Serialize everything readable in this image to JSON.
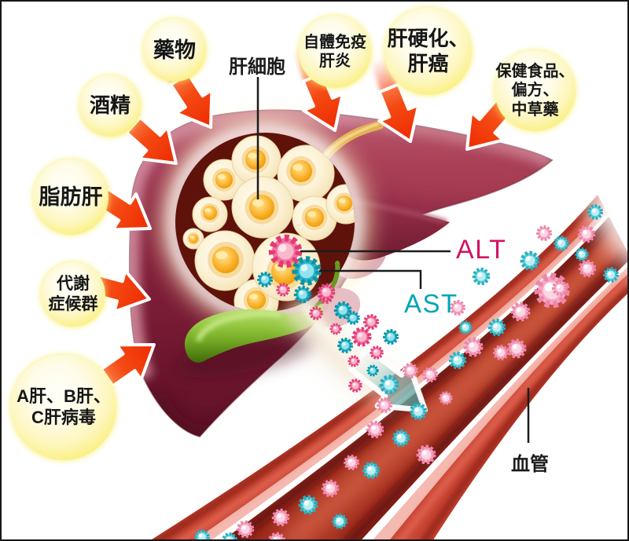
{
  "causes": [
    {
      "id": "alcohol",
      "label": "酒精"
    },
    {
      "id": "drugs",
      "label": "藥物"
    },
    {
      "id": "autoimmune",
      "label": "自體免疫\n肝炎"
    },
    {
      "id": "cirrhosis-cancer",
      "label": "肝硬化、\n肝癌"
    },
    {
      "id": "supplements-herbs",
      "label": "保健食品、\n偏方、\n中草藥"
    },
    {
      "id": "fatty-liver",
      "label": "脂肪肝"
    },
    {
      "id": "metabolic-syndrome",
      "label": "代謝\n症候群"
    },
    {
      "id": "hepatitis-viruses",
      "label": "A肝、B肝、\nC肝病毒"
    }
  ],
  "labels": {
    "hepatocyte": "肝細胞",
    "blood_vessel": "血管",
    "alt": "ALT",
    "ast": "AST"
  },
  "icons": {
    "red-arrow-icon": "damage-cause arrow pointing into liver",
    "teal-arrow-icon": "enzyme flow arrow into blood vessel",
    "alt-particle-icon": "pink spiky enzyme molecule (ALT)",
    "ast-particle-icon": "teal spiky enzyme molecule (AST)"
  },
  "colors": {
    "alt_text": "#d31263",
    "ast_text": "#00a5b8",
    "bubble_ring": "#f3e334",
    "arrow_red": "#ee2a03",
    "liver_body": "#811f39",
    "liver_rim": "#ca7489",
    "gallbladder_green": "#73a824",
    "vessel_wall": "#c94635",
    "vessel_lumen": "#9c2a1c",
    "alt_particle": "#f272a0",
    "ast_particle": "#2ab5c8"
  }
}
